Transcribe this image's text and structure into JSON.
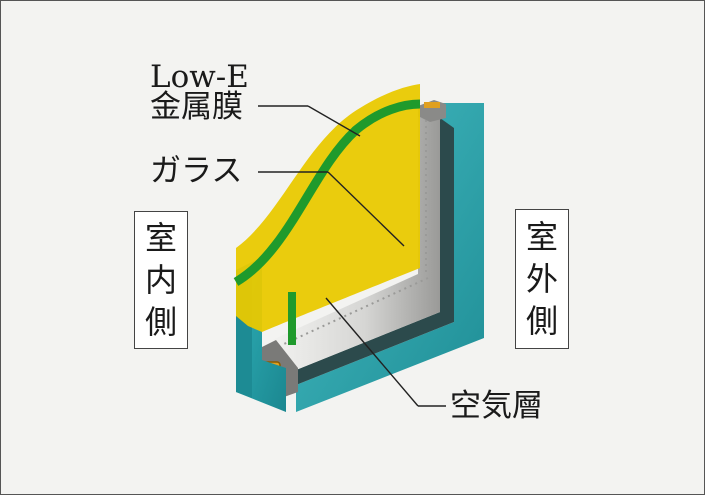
{
  "labels": {
    "lowe_line1": "Low-E",
    "lowe_line2": "金属膜",
    "glass": "ガラス",
    "air_layer": "空気層"
  },
  "side_indoor": [
    "室",
    "内",
    "側"
  ],
  "side_outdoor": [
    "室",
    "外",
    "側"
  ],
  "colors": {
    "glass": "#2aa9b1",
    "glass_dark": "#176f76",
    "lowe_film": "#e9c900",
    "green_film": "#1f9a2c",
    "spacer": "#6d6d6d",
    "desiccant": "#e0a020",
    "box_border": "#444444",
    "background": "#f3f3f1"
  }
}
